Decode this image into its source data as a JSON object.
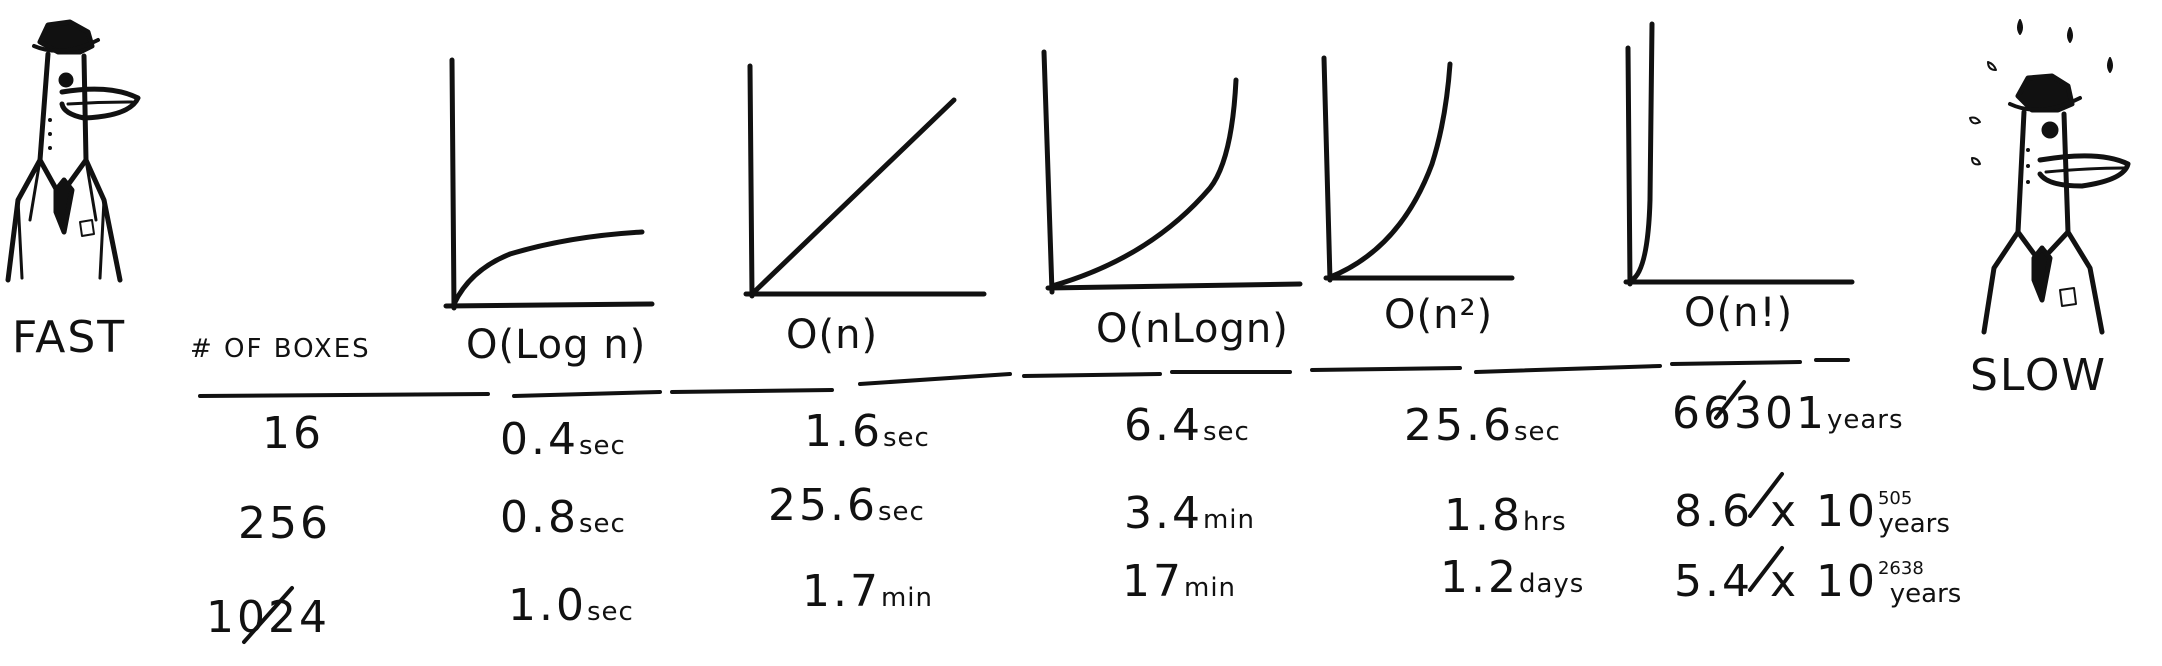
{
  "labels": {
    "fast": "FAST",
    "slow": "SLOW"
  },
  "header": {
    "boxes": "# OF BOXES"
  },
  "complexities": [
    {
      "label": "O(Log n)"
    },
    {
      "label": "O(n)"
    },
    {
      "label": "O(nLogn)"
    },
    {
      "label": "O(n²)"
    },
    {
      "label": "O(n!)"
    }
  ],
  "rows": [
    {
      "boxes": "16",
      "cells": [
        {
          "num": "0.4",
          "unit": "sec"
        },
        {
          "num": "1.6",
          "unit": "sec"
        },
        {
          "num": "6.4",
          "unit": "sec"
        },
        {
          "num": "25.6",
          "unit": "sec"
        },
        {
          "num": "66301",
          "unit": "years"
        }
      ]
    },
    {
      "boxes": "256",
      "cells": [
        {
          "num": "0.8",
          "unit": "sec"
        },
        {
          "num": "25.6",
          "unit": "sec"
        },
        {
          "num": "3.4",
          "unit": "min"
        },
        {
          "num": "1.8",
          "unit": "hrs"
        },
        {
          "num": "8.6 x 10",
          "sup": "505",
          "unit": "years"
        }
      ]
    },
    {
      "boxes": "1024",
      "cells": [
        {
          "num": "1.0",
          "unit": "sec"
        },
        {
          "num": "1.7",
          "unit": "min"
        },
        {
          "num": "17",
          "unit": "min"
        },
        {
          "num": "1.2",
          "unit": "days"
        },
        {
          "num": "5.4 x 10",
          "sup": "2638",
          "unit": "years"
        }
      ]
    }
  ],
  "colors": {
    "ink": "#111111",
    "paper": "#ffffff"
  }
}
